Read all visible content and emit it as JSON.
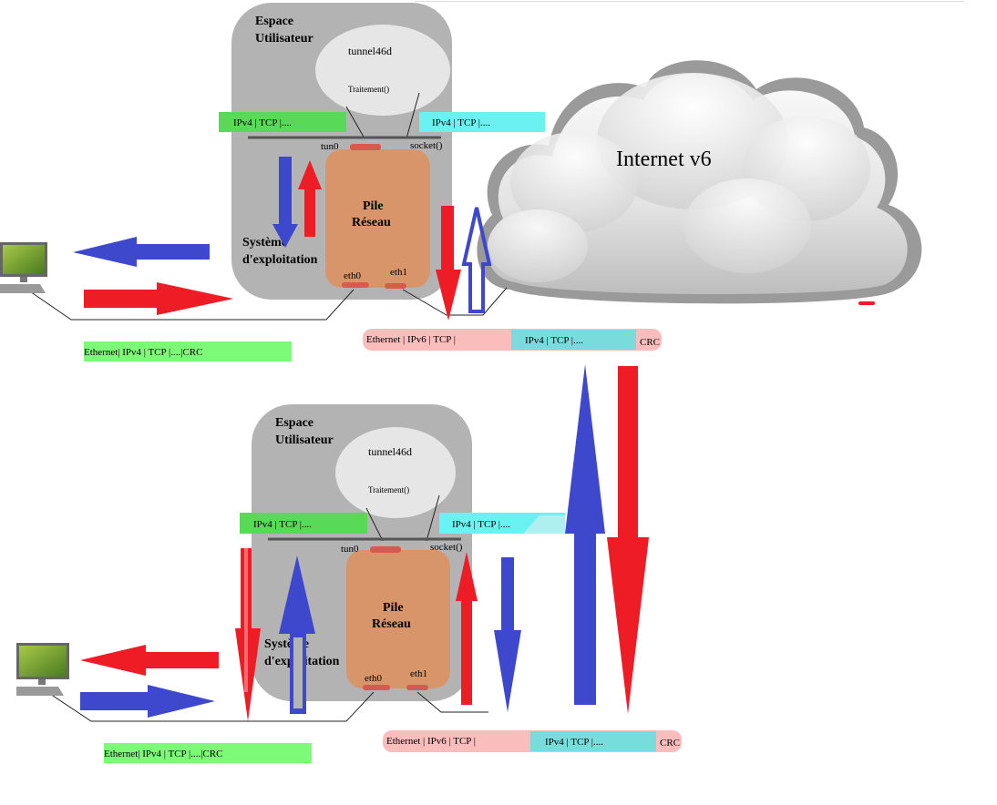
{
  "cloud_label": "Internet v6",
  "top": {
    "user_space": [
      "Espace",
      "Utilisateur"
    ],
    "process_name": "tunnel46d",
    "process_call": "Traitement()",
    "pkt_in": "IPv4 | TCP |....",
    "pkt_out": "IPv4 | TCP |....",
    "tun_label": "tun0",
    "socket_label": "socket()",
    "stack_label": [
      "Pile",
      "Réseau"
    ],
    "os_label": [
      "Système",
      "d'exploitation"
    ],
    "eth0_label": "eth0",
    "eth1_label": "eth1",
    "lan_frame": "Ethernet| IPv4 | TCP |....|CRC",
    "wan_frame_outer": "Ethernet | IPv6 | TCP  |",
    "wan_frame_inner": "IPv4 | TCP |....",
    "wan_frame_crc": "CRC"
  },
  "bottom": {
    "user_space": [
      "Espace",
      "Utilisateur"
    ],
    "process_name": "tunnel46d",
    "process_call": "Traitement()",
    "pkt_in": "IPv4 | TCP |....",
    "pkt_out": "IPv4 | TCP |....",
    "tun_label": "tun0",
    "socket_label": "socket()",
    "stack_label": [
      "Pile",
      "Réseau"
    ],
    "os_label": [
      "Système",
      "d'exploitation"
    ],
    "eth0_label": "eth0",
    "eth1_label": "eth1",
    "lan_frame": "Ethernet| IPv4 | TCP |....|CRC",
    "wan_frame_outer": "Ethernet | IPv6 | TCP  |",
    "wan_frame_inner": "IPv4 | TCP |....",
    "wan_frame_crc": "CRC"
  },
  "colors": {
    "os_box": "#b3b3b3",
    "process": "#e6e6e6",
    "stack": "#d9956a",
    "port": "#d65a4e",
    "green": "#7dfa78",
    "green_dark": "#58d958",
    "cyan": "#6af2f2",
    "cyan_dark": "#79dcdc",
    "pink": "#fbbcbc",
    "red": "#ee1c25",
    "blue": "#3d48cc"
  }
}
